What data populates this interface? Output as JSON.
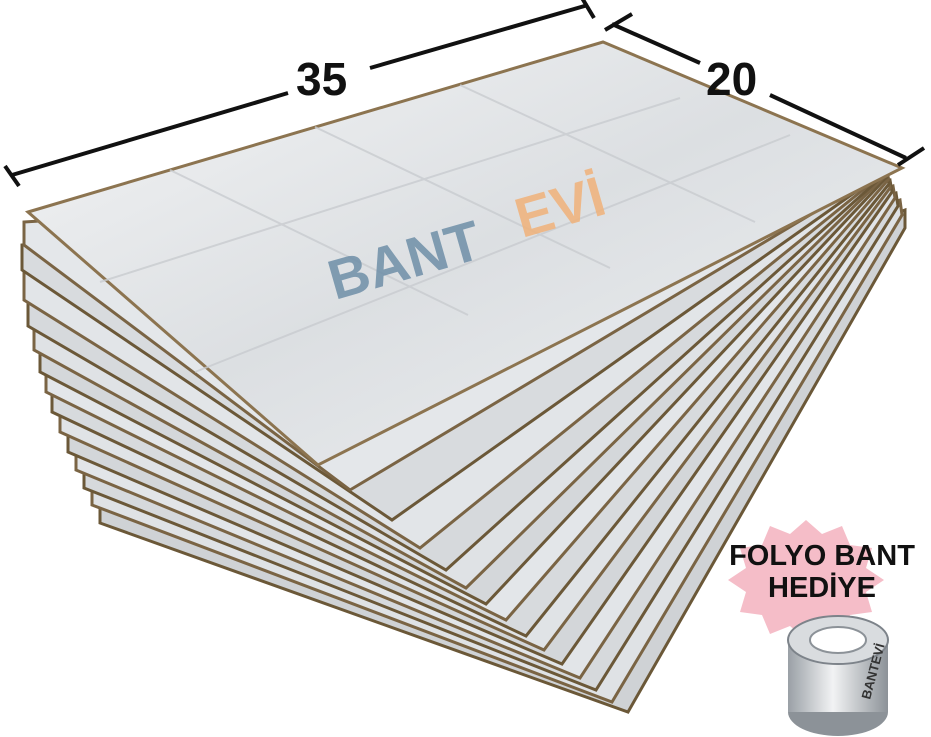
{
  "product": {
    "watermark": {
      "word1": "BANT",
      "word2": "EVİ"
    },
    "dimensions": {
      "length": "35",
      "width": "20"
    }
  },
  "promo": {
    "line1": "FOLYO BANT",
    "line2": "HEDİYE",
    "badge_color": "#f4b6c2",
    "tape_label": "BANTEVİ"
  },
  "colors": {
    "foil": "#e6e8ea",
    "cardboard": "#8a6f4a",
    "watermark_blue": "#6f8fa8",
    "watermark_orange": "#f0b27a"
  }
}
